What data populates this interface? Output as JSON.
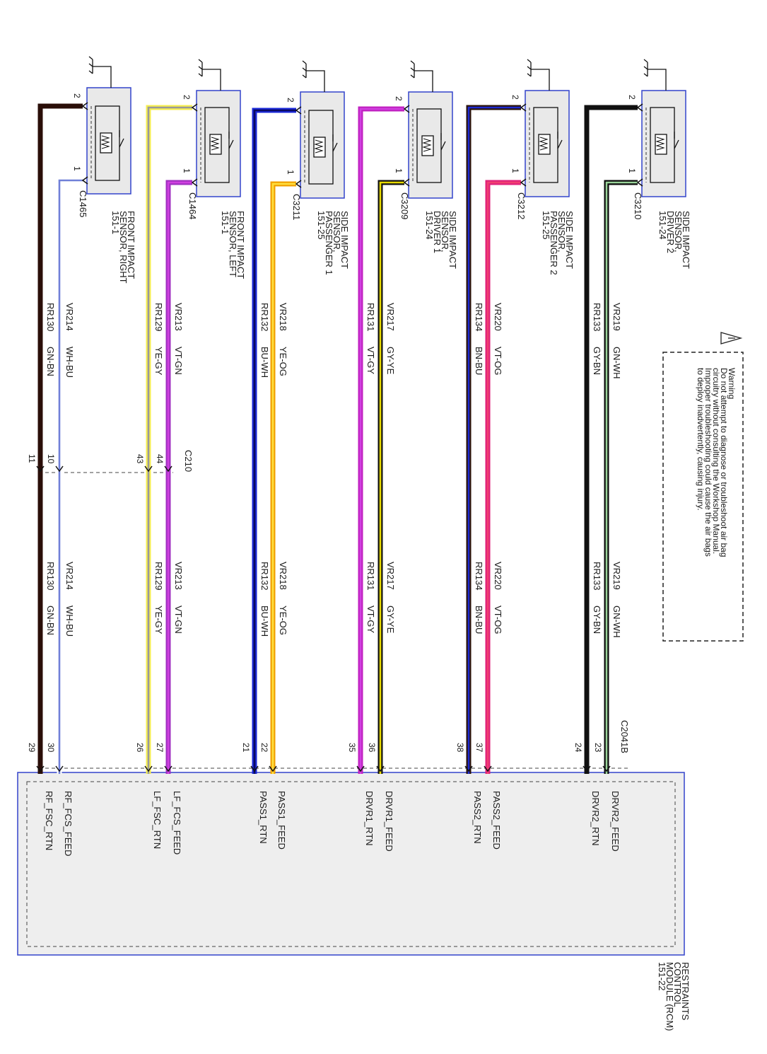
{
  "warning": {
    "title": "Warning",
    "lines": [
      "Do not attempt to diagnose or troubleshoot air bag",
      "circuitry without consulting the Workshop Manual.",
      "Improper troubleshooting could cause the air bags",
      "to deploy inadvertently, causing injury."
    ]
  },
  "module": {
    "name_lines": [
      "RESTRAINTS",
      "CONTROL",
      "MODULE (RCM)",
      "151-22"
    ],
    "connector": "C2041B"
  },
  "inline_connector": "C210",
  "colors": {
    "module_border": "#3344cc",
    "module_fill": "#eeeeee",
    "sensor_border": "#3344cc",
    "sensor_fill": "#e9e9e9"
  },
  "sensors": [
    {
      "name_lines": [
        "SIDE IMPACT",
        "SENSOR,",
        "DRIVER 2",
        "151-24"
      ],
      "connector": "C3210",
      "pins": [
        "2",
        "1"
      ],
      "wire_a": {
        "circuit": "RR133",
        "colorcode": "GY-BN",
        "module_pin": "24",
        "signal": "DRVR2_RTN",
        "colors": [
          "#111111",
          "#111111"
        ]
      },
      "wire_b": {
        "circuit": "VR219",
        "colorcode": "GN-WH",
        "module_pin": "23",
        "signal": "DRVR2_FEED",
        "colors": [
          "#0a0a0a",
          "#9ad39a"
        ]
      }
    },
    {
      "name_lines": [
        "SIDE IMPACT",
        "SENSOR,",
        "PASSENGER 2",
        "151-25"
      ],
      "connector": "C3212",
      "pins": [
        "2",
        "1"
      ],
      "wire_a": {
        "circuit": "RR134",
        "colorcode": "BN-BU",
        "module_pin": "38",
        "signal": "PASS2_RTN",
        "colors": [
          "#2a1208",
          "#1e2bd0"
        ]
      },
      "wire_b": {
        "circuit": "VR220",
        "colorcode": "VT-OG",
        "module_pin": "37",
        "signal": "PASS2_FEED",
        "colors": [
          "#e0207a",
          "#f04070"
        ]
      }
    },
    {
      "name_lines": [
        "SIDE IMPACT",
        "SENSOR,",
        "DRIVER 1",
        "151-24"
      ],
      "connector": "C3209",
      "pins": [
        "2",
        "1"
      ],
      "wire_a": {
        "circuit": "RR131",
        "colorcode": "VT-GY",
        "module_pin": "35",
        "signal": "DRVR1_RTN",
        "colors": [
          "#c020c0",
          "#d040e0"
        ]
      },
      "wire_b": {
        "circuit": "VR217",
        "colorcode": "GY-YE",
        "module_pin": "36",
        "signal": "DRVR1_FEED",
        "colors": [
          "#111111",
          "#e6d800"
        ]
      }
    },
    {
      "name_lines": [
        "SIDE IMPACT",
        "SENSOR,",
        "PASSENGER 1",
        "151-25"
      ],
      "connector": "C3211",
      "pins": [
        "2",
        "1"
      ],
      "wire_a": {
        "circuit": "RR132",
        "colorcode": "BU-WH",
        "module_pin": "21",
        "signal": "PASS1_RTN",
        "colors": [
          "#1a28d8",
          "#0a0a60"
        ]
      },
      "wire_b": {
        "circuit": "VR218",
        "colorcode": "YE-OG",
        "module_pin": "22",
        "signal": "PASS1_FEED",
        "colors": [
          "#f0a000",
          "#ffe040"
        ]
      }
    },
    {
      "name_lines": [
        "FRONT IMPACT",
        "SENSOR, LEFT",
        "151-1"
      ],
      "connector": "C1464",
      "pins": [
        "2",
        "1"
      ],
      "wire_a": {
        "circuit": "RR129",
        "colorcode": "YE-GY",
        "module_pin": "26",
        "signal": "LF_FSC_RTN",
        "inline_pin": "43",
        "colors": [
          "#f5ee50",
          "#999999"
        ]
      },
      "wire_b": {
        "circuit": "VR213",
        "colorcode": "VT-GN",
        "module_pin": "27",
        "signal": "LF_FCS_FEED",
        "inline_pin": "44",
        "colors": [
          "#a030c0",
          "#d040e0"
        ]
      }
    },
    {
      "name_lines": [
        "FRONT IMPACT",
        "SENSOR, RIGHT",
        "151-1"
      ],
      "connector": "C1465",
      "pins": [
        "2",
        "1"
      ],
      "wire_a": {
        "circuit": "RR130",
        "colorcode": "GN-BN",
        "module_pin": "29",
        "signal": "RF_FSC_RTN",
        "inline_pin": "11",
        "colors": [
          "#2a0e08",
          "#2a0e08"
        ]
      },
      "wire_b": {
        "circuit": "VR214",
        "colorcode": "WH-BU",
        "module_pin": "30",
        "signal": "RF_FCS_FEED",
        "inline_pin": "10",
        "colors": [
          "#ffffff",
          "#7080d8"
        ]
      }
    }
  ]
}
